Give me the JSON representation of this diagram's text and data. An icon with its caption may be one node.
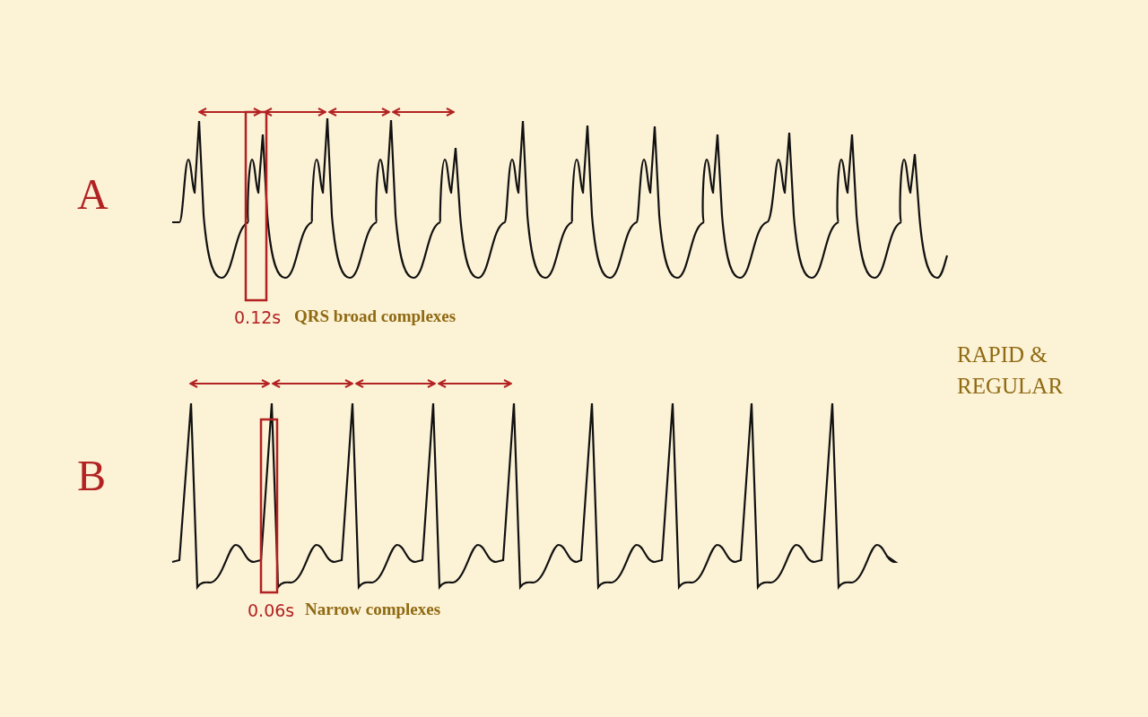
{
  "diagram": {
    "labels": [
      "A",
      "0.12s",
      "QRS broad complexes",
      "RAPID & REGULAR",
      "B",
      "0.06s",
      "Narrow complexes"
    ]
  }
}
